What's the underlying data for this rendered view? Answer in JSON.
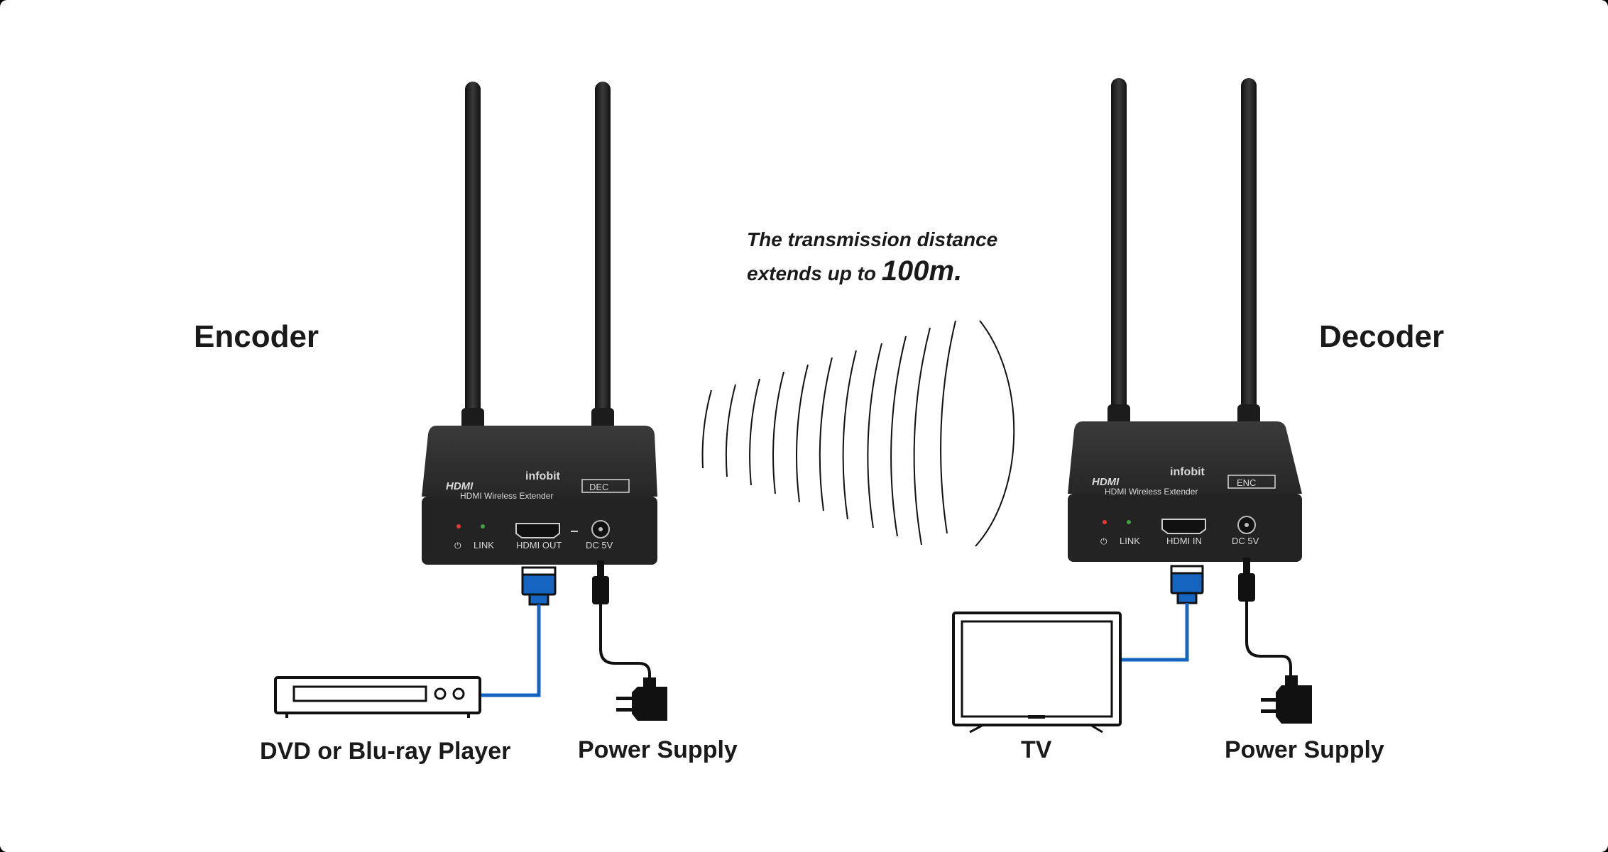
{
  "encoder": {
    "title": "Encoder",
    "brand": "infobit",
    "hdmi_logo": "HDMI",
    "model_badge": "DEC",
    "model_text": "HDMI Wireless Extender",
    "led_power": "⏻",
    "led_link": "LINK",
    "port_hdmi": "HDMI OUT",
    "port_dc": "DC 5V"
  },
  "decoder": {
    "title": "Decoder",
    "brand": "infobit",
    "hdmi_logo": "HDMI",
    "model_badge": "ENC",
    "model_text": "HDMI Wireless Extender",
    "led_power": "⏻",
    "led_link": "LINK",
    "port_hdmi": "HDMI IN",
    "port_dc": "DC 5V"
  },
  "transmission": {
    "line1": "The transmission distance",
    "line2_prefix": "extends up to",
    "distance": "100m."
  },
  "labels": {
    "source": "DVD or Blu-ray Player",
    "encoder_power": "Power Supply",
    "display": "TV",
    "decoder_power": "Power Supply"
  },
  "colors": {
    "cable_blue": "#1565c0",
    "device_body": "#2e2e2e",
    "led_red": "#e53935",
    "led_green": "#43a047"
  }
}
